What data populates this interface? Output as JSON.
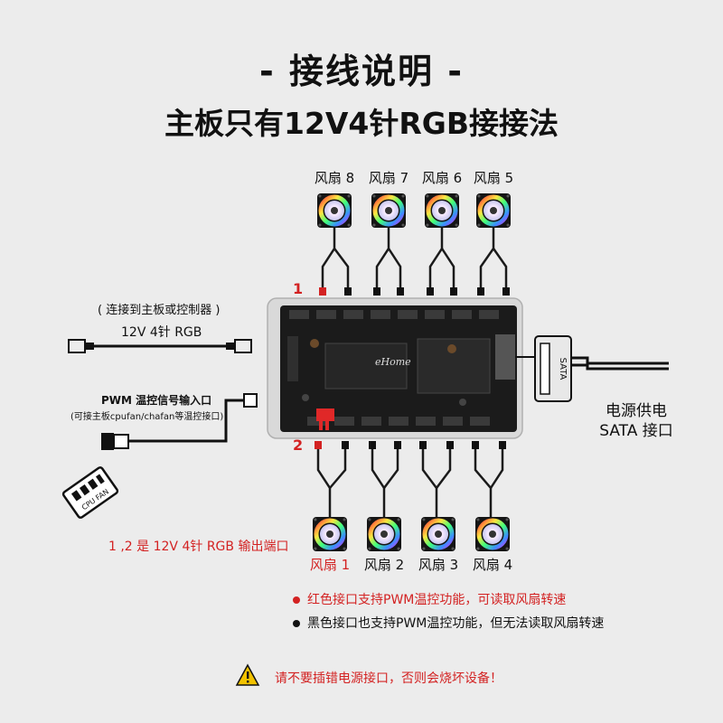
{
  "title": "- 接线说明 -",
  "subtitle": "主板只有12V4针RGB接接法",
  "fans_top": [
    {
      "label": "风扇 8"
    },
    {
      "label": "风扇 7"
    },
    {
      "label": "风扇 6"
    },
    {
      "label": "风扇 5"
    }
  ],
  "fans_bottom": [
    {
      "label": "风扇 1"
    },
    {
      "label": "风扇 2"
    },
    {
      "label": "风扇 3"
    },
    {
      "label": "风扇 4"
    }
  ],
  "port_label_1": "1",
  "port_label_2": "2",
  "left": {
    "mb_note": "( 连接到主板或控制器 )",
    "rgb_label": "12V 4针 RGB",
    "pwm_title": "PWM 温控信号输入口",
    "pwm_note": "(可接主板cpufan/chafan等温控接口)",
    "cpu_fan_icon_text": "CPU FAN",
    "output_note": "1 ,2 是 12V 4针 RGB 输出端口"
  },
  "right": {
    "sata_plug_text": "SATA",
    "power_label_1": "电源供电",
    "power_label_2": "SATA 接口"
  },
  "hub": {
    "logo": "eHome"
  },
  "notes": {
    "red": "红色接口支持PWM温控功能，可读取风扇转速",
    "black": "黑色接口也支持PWM温控功能，但无法读取风扇转速"
  },
  "warning": "请不要插错电源接口，否则会烧坏设备！",
  "colors": {
    "accent_red": "#d32222",
    "hub_dark": "#1b1b1b"
  }
}
